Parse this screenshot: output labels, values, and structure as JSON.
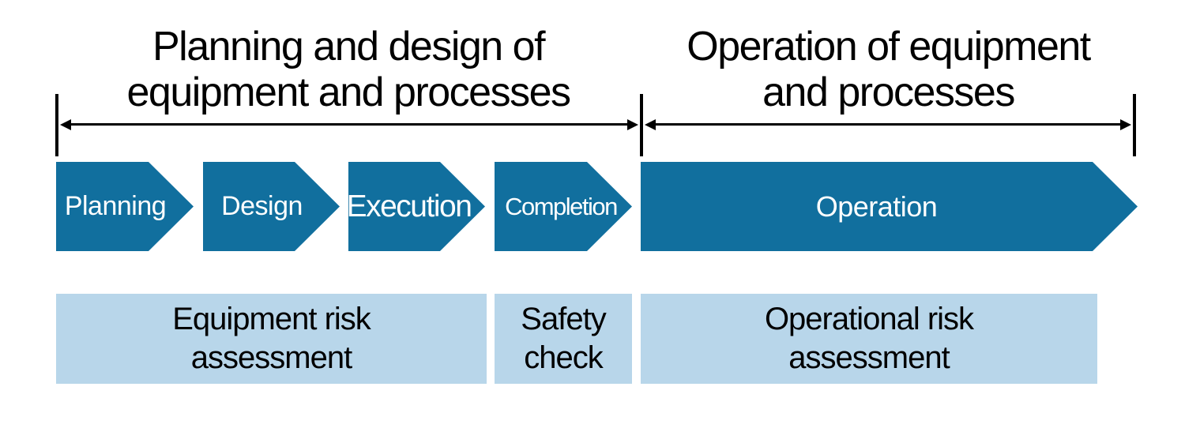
{
  "colors": {
    "phase_arrow_fill": "#116F9E",
    "phase_arrow_text": "#FFFFFF",
    "assessment_box_fill": "#B8D6EA",
    "text_black": "#000000"
  },
  "headers": {
    "left": {
      "lines": [
        "Planning and design of",
        "equipment and processes"
      ]
    },
    "right": {
      "lines": [
        "Operation of equipment",
        "and processes"
      ]
    }
  },
  "phases": [
    {
      "label": "Planning"
    },
    {
      "label": "Design"
    },
    {
      "label": "Execution"
    },
    {
      "label": "Completion"
    },
    {
      "label": "Operation"
    }
  ],
  "assessments": [
    {
      "lines": [
        "Equipment risk",
        "assessment"
      ]
    },
    {
      "lines": [
        "Safety",
        "check"
      ]
    },
    {
      "lines": [
        "Operational risk",
        "assessment"
      ]
    }
  ]
}
